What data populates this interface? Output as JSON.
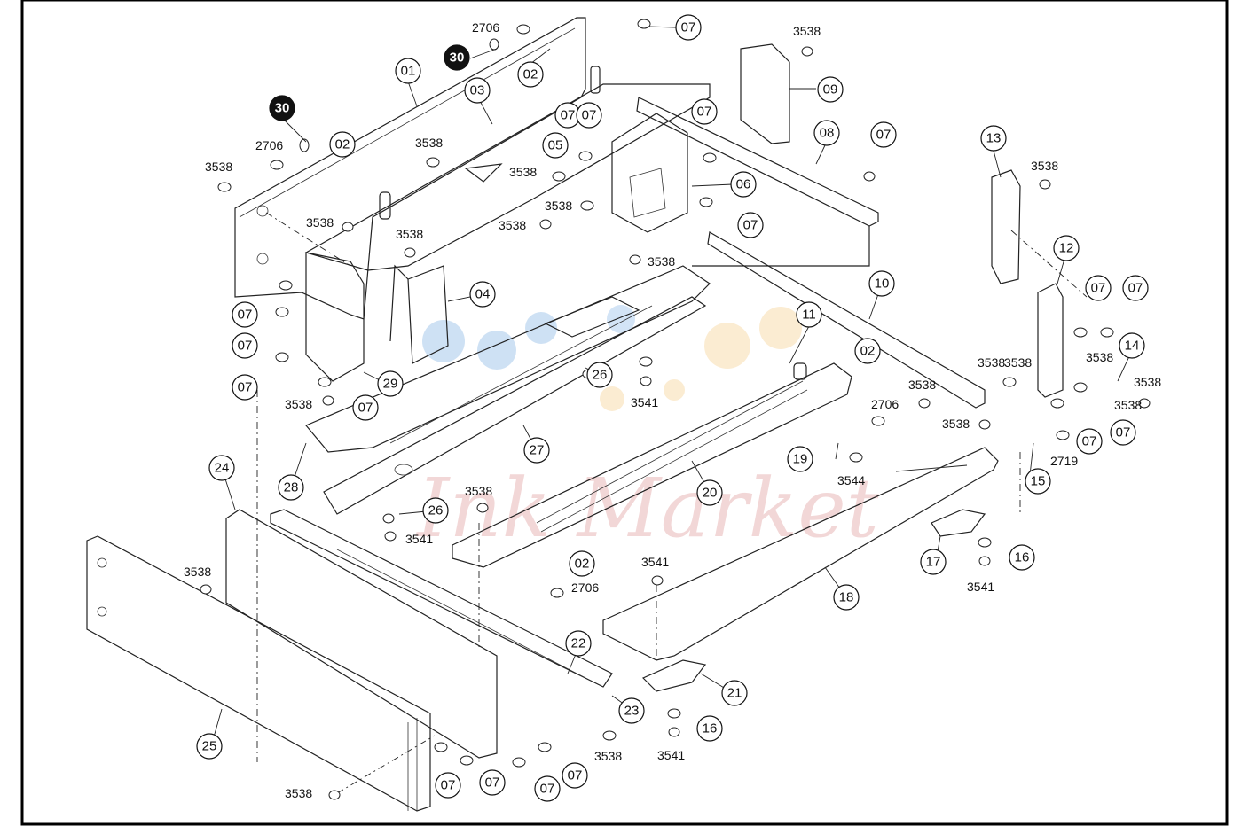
{
  "watermark": {
    "text": "Ink Market",
    "dot_colors": [
      "#9ec3ea",
      "#f7d9a6"
    ]
  },
  "callouts": [
    {
      "id": "c01",
      "text": "01",
      "style": "circle"
    },
    {
      "id": "c02a",
      "text": "02",
      "style": "circle"
    },
    {
      "id": "c02b",
      "text": "02",
      "style": "circle"
    },
    {
      "id": "c02c",
      "text": "02",
      "style": "circle"
    },
    {
      "id": "c02d",
      "text": "02",
      "style": "circle"
    },
    {
      "id": "c03",
      "text": "03",
      "style": "circle"
    },
    {
      "id": "c04",
      "text": "04",
      "style": "circle"
    },
    {
      "id": "c05",
      "text": "05",
      "style": "circle"
    },
    {
      "id": "c06",
      "text": "06",
      "style": "circle"
    },
    {
      "id": "c07a",
      "text": "07",
      "style": "circle"
    },
    {
      "id": "c07b",
      "text": "07",
      "style": "circle"
    },
    {
      "id": "c07c",
      "text": "07",
      "style": "circle"
    },
    {
      "id": "c07d",
      "text": "07",
      "style": "circle"
    },
    {
      "id": "c07e",
      "text": "07",
      "style": "circle"
    },
    {
      "id": "c07f",
      "text": "07",
      "style": "circle"
    },
    {
      "id": "c07g",
      "text": "07",
      "style": "circle"
    },
    {
      "id": "c07h",
      "text": "07",
      "style": "circle"
    },
    {
      "id": "c07i",
      "text": "07",
      "style": "circle"
    },
    {
      "id": "c07j",
      "text": "07",
      "style": "circle"
    },
    {
      "id": "c07k",
      "text": "07",
      "style": "circle"
    },
    {
      "id": "c07l",
      "text": "07",
      "style": "circle"
    },
    {
      "id": "c07m",
      "text": "07",
      "style": "circle"
    },
    {
      "id": "c07n",
      "text": "07",
      "style": "circle"
    },
    {
      "id": "c07o",
      "text": "07",
      "style": "circle"
    },
    {
      "id": "c07p",
      "text": "07",
      "style": "circle"
    },
    {
      "id": "c07q",
      "text": "07",
      "style": "circle"
    },
    {
      "id": "c07r",
      "text": "07",
      "style": "circle"
    },
    {
      "id": "c08",
      "text": "08",
      "style": "circle"
    },
    {
      "id": "c09",
      "text": "09",
      "style": "circle"
    },
    {
      "id": "c10",
      "text": "10",
      "style": "circle"
    },
    {
      "id": "c11",
      "text": "11",
      "style": "circle"
    },
    {
      "id": "c12",
      "text": "12",
      "style": "circle"
    },
    {
      "id": "c13",
      "text": "13",
      "style": "circle"
    },
    {
      "id": "c14",
      "text": "14",
      "style": "circle"
    },
    {
      "id": "c15",
      "text": "15",
      "style": "circle"
    },
    {
      "id": "c16a",
      "text": "16",
      "style": "circle"
    },
    {
      "id": "c16b",
      "text": "16",
      "style": "circle"
    },
    {
      "id": "c17",
      "text": "17",
      "style": "circle"
    },
    {
      "id": "c18",
      "text": "18",
      "style": "circle"
    },
    {
      "id": "c19",
      "text": "19",
      "style": "circle"
    },
    {
      "id": "c20",
      "text": "20",
      "style": "circle"
    },
    {
      "id": "c21",
      "text": "21",
      "style": "circle"
    },
    {
      "id": "c22",
      "text": "22",
      "style": "circle"
    },
    {
      "id": "c23",
      "text": "23",
      "style": "circle"
    },
    {
      "id": "c24",
      "text": "24",
      "style": "circle"
    },
    {
      "id": "c25",
      "text": "25",
      "style": "circle"
    },
    {
      "id": "c26a",
      "text": "26",
      "style": "circle"
    },
    {
      "id": "c26b",
      "text": "26",
      "style": "circle"
    },
    {
      "id": "c27",
      "text": "27",
      "style": "circle"
    },
    {
      "id": "c28",
      "text": "28",
      "style": "circle"
    },
    {
      "id": "c29",
      "text": "29",
      "style": "circle"
    },
    {
      "id": "c30a",
      "text": "30",
      "style": "filled"
    },
    {
      "id": "c30b",
      "text": "30",
      "style": "filled"
    }
  ],
  "screw_labels": [
    {
      "id": "s2706a",
      "text": "2706"
    },
    {
      "id": "s2706b",
      "text": "2706"
    },
    {
      "id": "s2706c",
      "text": "2706"
    },
    {
      "id": "s2706d",
      "text": "2706"
    },
    {
      "id": "s2719",
      "text": "2719"
    },
    {
      "id": "s3538a",
      "text": "3538"
    },
    {
      "id": "s3538b",
      "text": "3538"
    },
    {
      "id": "s3538c",
      "text": "3538"
    },
    {
      "id": "s3538d",
      "text": "3538"
    },
    {
      "id": "s3538e",
      "text": "3538"
    },
    {
      "id": "s3538f",
      "text": "3538"
    },
    {
      "id": "s3538g",
      "text": "3538"
    },
    {
      "id": "s3538h",
      "text": "3538"
    },
    {
      "id": "s3538i",
      "text": "3538"
    },
    {
      "id": "s3538j",
      "text": "3538"
    },
    {
      "id": "s3538k",
      "text": "3538"
    },
    {
      "id": "s3538l",
      "text": "3538"
    },
    {
      "id": "s3538m",
      "text": "3538"
    },
    {
      "id": "s3538n",
      "text": "3538"
    },
    {
      "id": "s3538o",
      "text": "3538"
    },
    {
      "id": "s3538p",
      "text": "3538"
    },
    {
      "id": "s3538q",
      "text": "3538"
    },
    {
      "id": "s3538r",
      "text": "3538"
    },
    {
      "id": "s3538s",
      "text": "3538"
    },
    {
      "id": "s3538t",
      "text": "3538"
    },
    {
      "id": "s3538u",
      "text": "3538"
    },
    {
      "id": "s3538v",
      "text": "3538"
    },
    {
      "id": "s3541a",
      "text": "3541"
    },
    {
      "id": "s3541b",
      "text": "3541"
    },
    {
      "id": "s3541c",
      "text": "3541"
    },
    {
      "id": "s3541d",
      "text": "3541"
    },
    {
      "id": "s3541e",
      "text": "3541"
    },
    {
      "id": "s3544",
      "text": "3544"
    }
  ]
}
